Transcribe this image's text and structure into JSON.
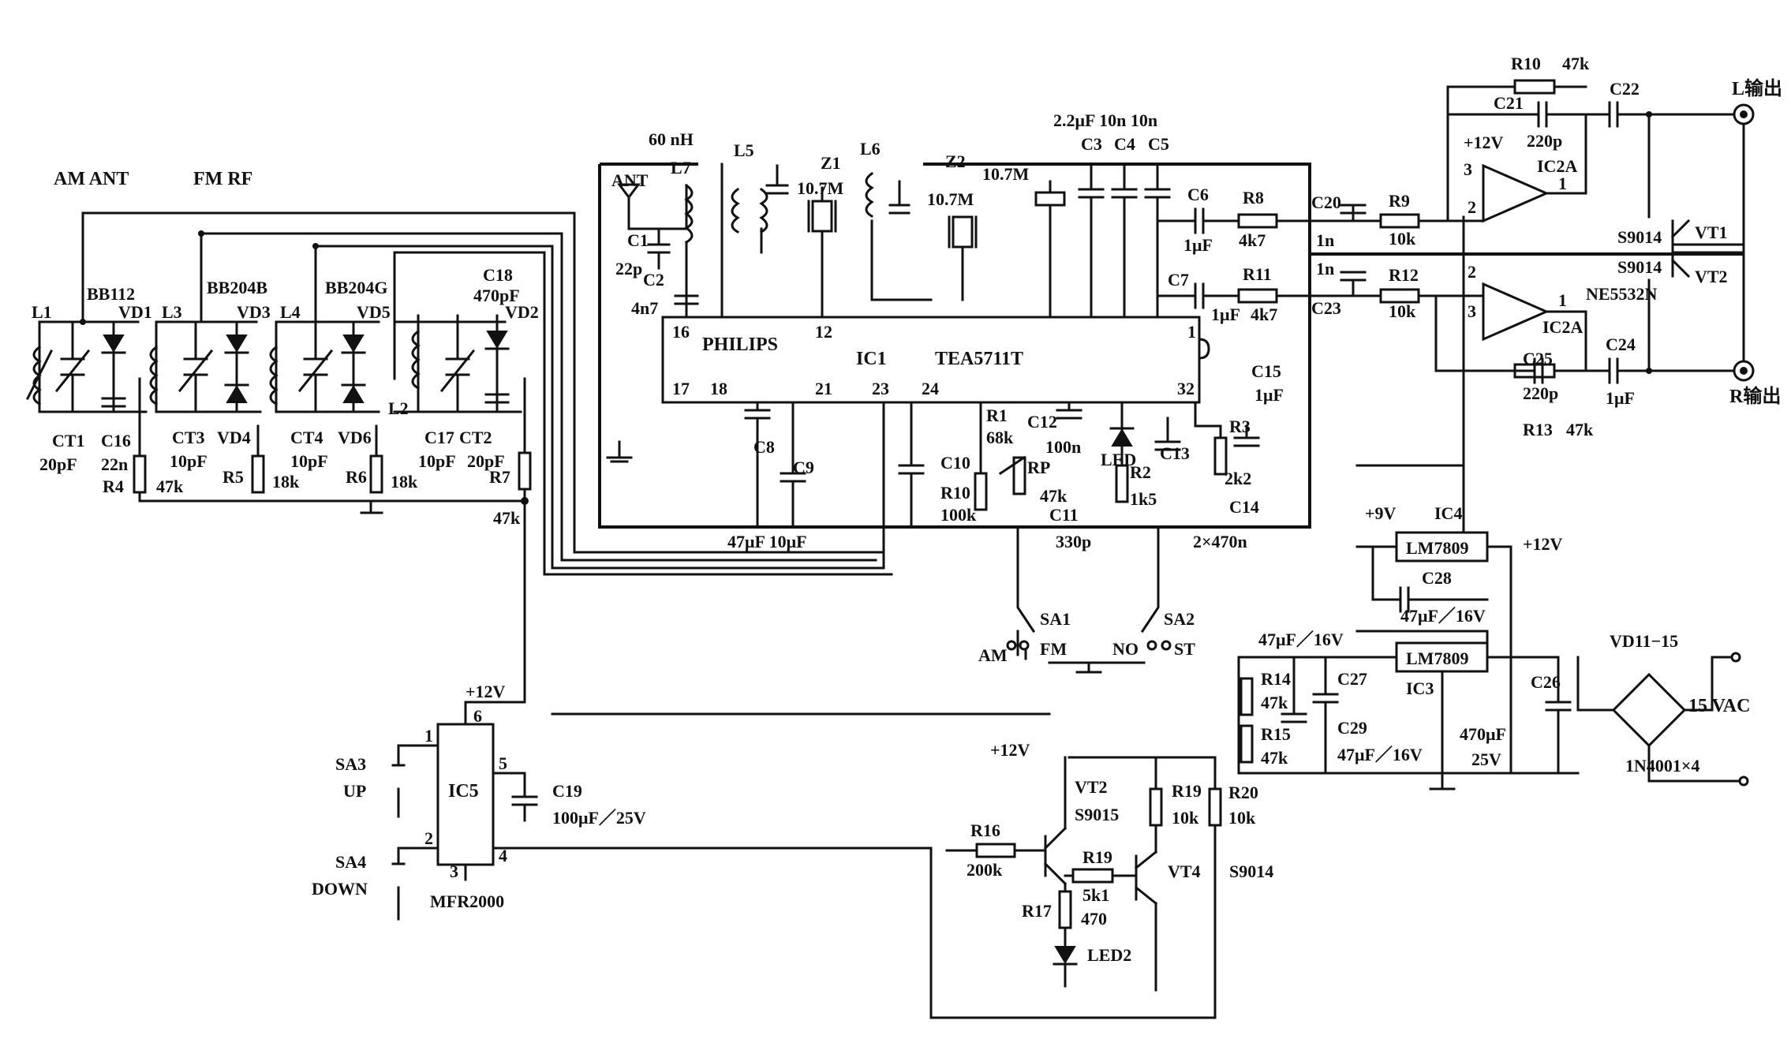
{
  "labels": {
    "am_ant": "AM ANT",
    "fm_rf": "FM RF",
    "l1": "L1",
    "l2": "L2",
    "l3": "L3",
    "l4": "L4",
    "l5": "L5",
    "l6": "L6",
    "l7": "L7",
    "l7_val": "60 nH",
    "bb112": "BB112",
    "bb204b": "BB204B",
    "bb204g": "BB204G",
    "vd1": "VD1",
    "vd2": "VD2",
    "vd3": "VD3",
    "vd4": "VD4",
    "vd5": "VD5",
    "vd6": "VD6",
    "ct1": "CT1",
    "ct1_val": "20pF",
    "ct2": "CT2",
    "ct2_val": "20pF",
    "ct3": "CT3",
    "ct3_val": "10pF",
    "ct4": "CT4",
    "ct4_val": "10pF",
    "c16": "C16",
    "c16_val": "22n",
    "c17": "C17",
    "c17_val": "10pF",
    "c18": "C18",
    "c18_val": "470pF",
    "r4": "R4",
    "r4_val": "47k",
    "r5": "R5",
    "r5_val": "18k",
    "r6": "R6",
    "r6_val": "18k",
    "r7": "R7",
    "r7_val": "47k",
    "ant": "ANT",
    "c1": "C1",
    "c1_val": "22p",
    "c2": "C2",
    "c2_val": "4n7",
    "z1": "Z1",
    "z1_val": "10.7M",
    "z2": "Z2",
    "z2_val": "10.7M",
    "xtal": "10.7M",
    "c345_vals": "2.2μF 10n 10n",
    "c3": "C3",
    "c4": "C4",
    "c5": "C5",
    "c6": "C6",
    "c6_val": "1μF",
    "c7": "C7",
    "c7_val": "1μF",
    "r8": "R8",
    "r8_val": "4k7",
    "r11": "R11",
    "r11_val": "4k7",
    "philips": "PHILIPS",
    "ic1": "IC1",
    "tea": "TEA5711T",
    "pin16": "16",
    "pin12": "12",
    "pin1": "1",
    "pin17": "17",
    "pin18": "18",
    "pin21": "21",
    "pin23": "23",
    "pin24": "24",
    "pin32": "32",
    "c8": "C8",
    "c9": "C9",
    "c8c9_vals": "47μF 10μF",
    "c10": "C10",
    "r10b": "R10",
    "r10b_val": "100k",
    "r1": "R1",
    "r1_val": "68k",
    "c12": "C12",
    "c12_val": "100n",
    "rp": "RP",
    "rp_val": "47k",
    "c11": "C11",
    "c11_val": "330p",
    "led": "LED",
    "r2": "R2",
    "r2_val": "1k5",
    "c13": "C13",
    "r3": "R3",
    "r3_val": "2k2",
    "c14": "C14",
    "c1314_vals": "2×470n",
    "c15": "C15",
    "c15_val": "1μF",
    "c20": "C20",
    "c20_val": "1n",
    "c23": "C23",
    "c23_val": "1n",
    "r9": "R9",
    "r9_val": "10k",
    "r12": "R12",
    "r12_val": "10k",
    "r10": "R10",
    "r10_val": "47k",
    "c21": "C21",
    "c21_val": "220p",
    "c22": "C22",
    "c24": "C24",
    "c24_val": "1μF",
    "c25": "C25",
    "c25_val": "220p",
    "r13": "R13",
    "r13_val": "47k",
    "v12_top": "+12V",
    "ic2a_top": "IC2A",
    "ic2a_bot": "IC2A",
    "ne5532": "NE5532N",
    "pin3_top": "3",
    "pin2_top": "2",
    "pin1_top": "1",
    "pin2_bot": "2",
    "pin3_bot": "3",
    "pin1_bot": "1",
    "s9014_a": "S9014",
    "s9014_b": "S9014",
    "vt1": "VT1",
    "vt2_out": "VT2",
    "l_out": "L输出",
    "r_out": "R输出",
    "v9": "+9V",
    "ic4": "IC4",
    "lm7809_a": "LM7809",
    "v12_reg": "+12V",
    "c28": "C28",
    "c28_val": "47μF／16V",
    "c_left_val": "47μF／16V",
    "lm7809_b": "LM7809",
    "ic3": "IC3",
    "r14": "R14",
    "r14_val": "47k",
    "c27": "C27",
    "r15": "R15",
    "r15_val": "47k",
    "c29": "C29",
    "c29_val": "47μF／16V",
    "c26": "C26",
    "c26_val": "470μF",
    "c26_v": "25V",
    "vd11": "VD11−15",
    "vac": "15 VAC",
    "n4001": "1N4001×4",
    "sa1": "SA1",
    "am": "AM",
    "fm": "FM",
    "sa2": "SA2",
    "no": "NO",
    "st": "ST",
    "v12_ic5": "+12V",
    "sa3": "SA3",
    "up": "UP",
    "sa4": "SA4",
    "down": "DOWN",
    "ic5": "IC5",
    "mfr": "MFR2000",
    "ic5_p1": "1",
    "ic5_p2": "2",
    "ic5_p3": "3",
    "ic5_p4": "4",
    "ic5_p5": "5",
    "ic5_p6": "6",
    "c19": "C19",
    "c19_val": "100μF／25V",
    "v12_mid": "+12V",
    "vt2": "VT2",
    "s9015": "S9015",
    "r16": "R16",
    "r16_val": "200k",
    "r19a": "R19",
    "r19a_val": "5k1",
    "r17": "R17",
    "r17_val": "470",
    "led2": "LED2",
    "r19b": "R19",
    "r19b_val": "10k",
    "r20": "R20",
    "r20_val": "10k",
    "vt4": "VT4",
    "s9014_c": "S9014"
  }
}
